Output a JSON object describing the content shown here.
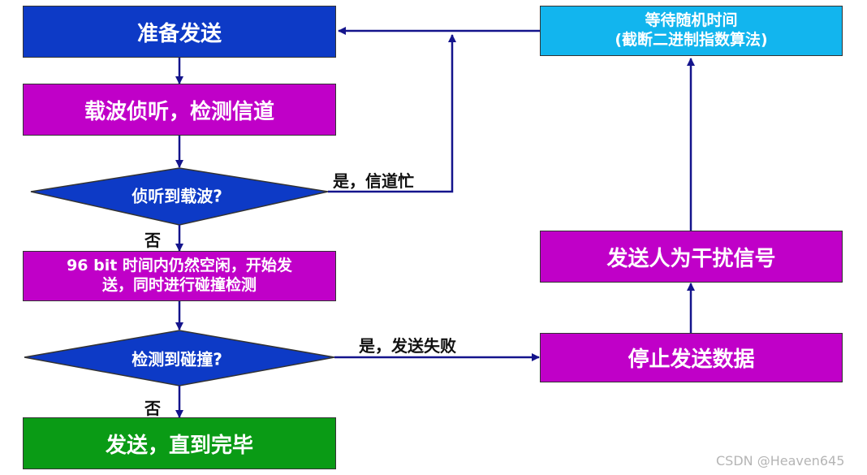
{
  "nodes": {
    "prepare_send": "准备发送",
    "carrier_sense": "载波侦听，检测信道",
    "carrier_detected": "侦听到载波?",
    "idle_96bit_line1": "96 bit 时间内仍然空闲，开始发",
    "idle_96bit_line2": "送，同时进行碰撞检测",
    "collision_detected": "检测到碰撞?",
    "send_until_done": "发送，直到完毕",
    "stop_sending": "停止发送数据",
    "send_jam": "发送人为干扰信号",
    "wait_random_line1": "等待随机时间",
    "wait_random_line2": "(截断二进制指数算法)"
  },
  "edge_labels": {
    "channel_busy": "是，信道忙",
    "no_after_carrier": "否",
    "send_failed": "是，发送失败",
    "no_after_collision": "否"
  },
  "watermark": "CSDN @Heaven645",
  "colors": {
    "dark_blue": "#0D3AC6",
    "magenta": "#C000C8",
    "light_blue": "#12B5EE",
    "green": "#0A9B15",
    "arrow": "#14148C"
  }
}
